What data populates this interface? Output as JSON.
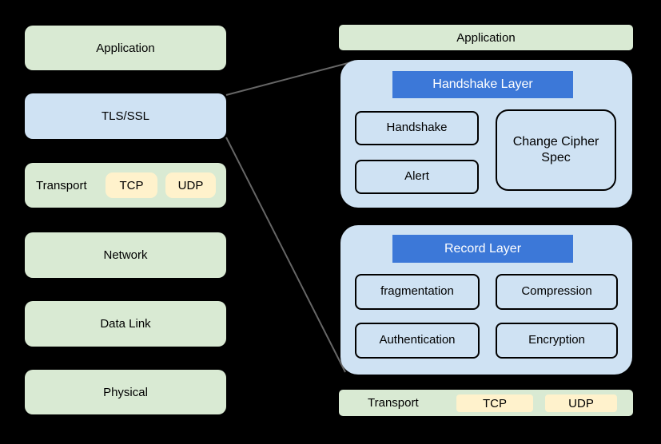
{
  "colors": {
    "background": "#000000",
    "green_box": "#d9ead3",
    "blue_box": "#cfe2f3",
    "header_blue": "#3c78d8",
    "header_text": "#ffffff",
    "yellow_chip": "#fff2cc",
    "connector_line": "#666666",
    "text": "#000000"
  },
  "left_stack": {
    "application": "Application",
    "tls_ssl": "TLS/SSL",
    "transport": "Transport",
    "tcp": "TCP",
    "udp": "UDP",
    "network": "Network",
    "data_link": "Data Link",
    "physical": "Physical"
  },
  "right_panel": {
    "application": "Application",
    "handshake_layer": {
      "title": "Handshake Layer",
      "handshake": "Handshake",
      "alert": "Alert",
      "change_cipher_spec": "Change Cipher Spec"
    },
    "record_layer": {
      "title": "Record Layer",
      "fragmentation": "fragmentation",
      "compression": "Compression",
      "authentication": "Authentication",
      "encryption": "Encryption"
    },
    "transport": {
      "label": "Transport",
      "tcp": "TCP",
      "udp": "UDP"
    }
  }
}
